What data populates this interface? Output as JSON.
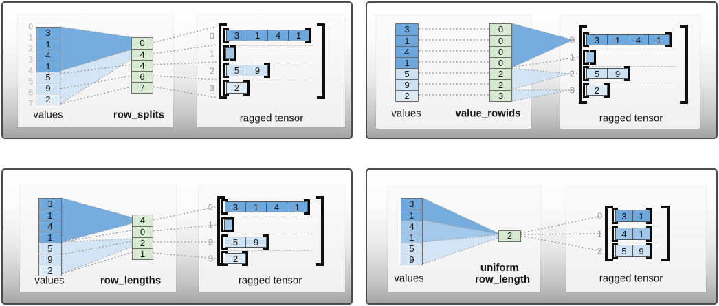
{
  "colors": {
    "dark_blue": "#6fa8dc",
    "medium_blue": "#9fc5e8",
    "light_blue": "#cfe2f3",
    "lighter_blue": "#ddebf7",
    "green": "#d9ead3",
    "frame_border": "#4c4c4c"
  },
  "panels": [
    {
      "values_label": "values",
      "key_label": "row_splits",
      "tensor_label": "ragged tensor",
      "value_indices": [
        "0",
        "1",
        "2",
        "3",
        "4",
        "5",
        "6",
        "7"
      ],
      "values": [
        {
          "v": "3",
          "shade": "dark"
        },
        {
          "v": "1",
          "shade": "dark"
        },
        {
          "v": "4",
          "shade": "dark"
        },
        {
          "v": "1",
          "shade": "dark"
        },
        {
          "v": "5",
          "shade": "light"
        },
        {
          "v": "9",
          "shade": "light"
        },
        {
          "v": "2",
          "shade": "lighter"
        }
      ],
      "key_cells": [
        "0",
        "4",
        "4",
        "6",
        "7"
      ],
      "tensor_rows": [
        {
          "label": "0",
          "shade": "dark",
          "cells": [
            "3",
            "1",
            "4",
            "1"
          ]
        },
        {
          "label": "1",
          "shade": "medium",
          "cells": []
        },
        {
          "label": "2",
          "shade": "light",
          "cells": [
            "5",
            "9"
          ]
        },
        {
          "label": "3",
          "shade": "lighter",
          "cells": [
            "2"
          ]
        }
      ]
    },
    {
      "values_label": "values",
      "key_label": "value_rowids",
      "tensor_label": "ragged tensor",
      "values": [
        {
          "v": "3",
          "shade": "dark"
        },
        {
          "v": "1",
          "shade": "dark"
        },
        {
          "v": "4",
          "shade": "dark"
        },
        {
          "v": "1",
          "shade": "dark"
        },
        {
          "v": "5",
          "shade": "light"
        },
        {
          "v": "9",
          "shade": "light"
        },
        {
          "v": "2",
          "shade": "lighter"
        }
      ],
      "key_cells": [
        "0",
        "0",
        "0",
        "0",
        "2",
        "2",
        "3"
      ],
      "tensor_rows": [
        {
          "label": "0",
          "shade": "dark",
          "cells": [
            "3",
            "1",
            "4",
            "1"
          ]
        },
        {
          "label": "1",
          "shade": "medium",
          "cells": []
        },
        {
          "label": "2",
          "shade": "light",
          "cells": [
            "5",
            "9"
          ]
        },
        {
          "label": "3",
          "shade": "lighter",
          "cells": [
            "2"
          ]
        }
      ]
    },
    {
      "values_label": "values",
      "key_label": "row_lengths",
      "tensor_label": "ragged tensor",
      "values": [
        {
          "v": "3",
          "shade": "dark"
        },
        {
          "v": "1",
          "shade": "dark"
        },
        {
          "v": "4",
          "shade": "dark"
        },
        {
          "v": "1",
          "shade": "dark"
        },
        {
          "v": "5",
          "shade": "light"
        },
        {
          "v": "9",
          "shade": "light"
        },
        {
          "v": "2",
          "shade": "lighter"
        }
      ],
      "key_cells": [
        "4",
        "0",
        "2",
        "1"
      ],
      "tensor_rows": [
        {
          "label": "0",
          "shade": "dark",
          "cells": [
            "3",
            "1",
            "4",
            "1"
          ]
        },
        {
          "label": "1",
          "shade": "medium",
          "cells": []
        },
        {
          "label": "2",
          "shade": "light",
          "cells": [
            "5",
            "9"
          ]
        },
        {
          "label": "3",
          "shade": "lighter",
          "cells": [
            "2"
          ]
        }
      ]
    },
    {
      "values_label": "values",
      "key_label": "uniform_\nrow_length",
      "tensor_label": "ragged tensor",
      "values": [
        {
          "v": "3",
          "shade": "dark"
        },
        {
          "v": "1",
          "shade": "dark"
        },
        {
          "v": "4",
          "shade": "medium"
        },
        {
          "v": "1",
          "shade": "medium"
        },
        {
          "v": "5",
          "shade": "light"
        },
        {
          "v": "9",
          "shade": "light"
        }
      ],
      "key_cells": [
        "2"
      ],
      "tensor_rows": [
        {
          "label": "0",
          "shade": "dark",
          "cells": [
            "3",
            "1"
          ]
        },
        {
          "label": "1",
          "shade": "medium",
          "cells": [
            "4",
            "1"
          ]
        },
        {
          "label": "2",
          "shade": "light",
          "cells": [
            "5",
            "9"
          ]
        }
      ]
    }
  ]
}
